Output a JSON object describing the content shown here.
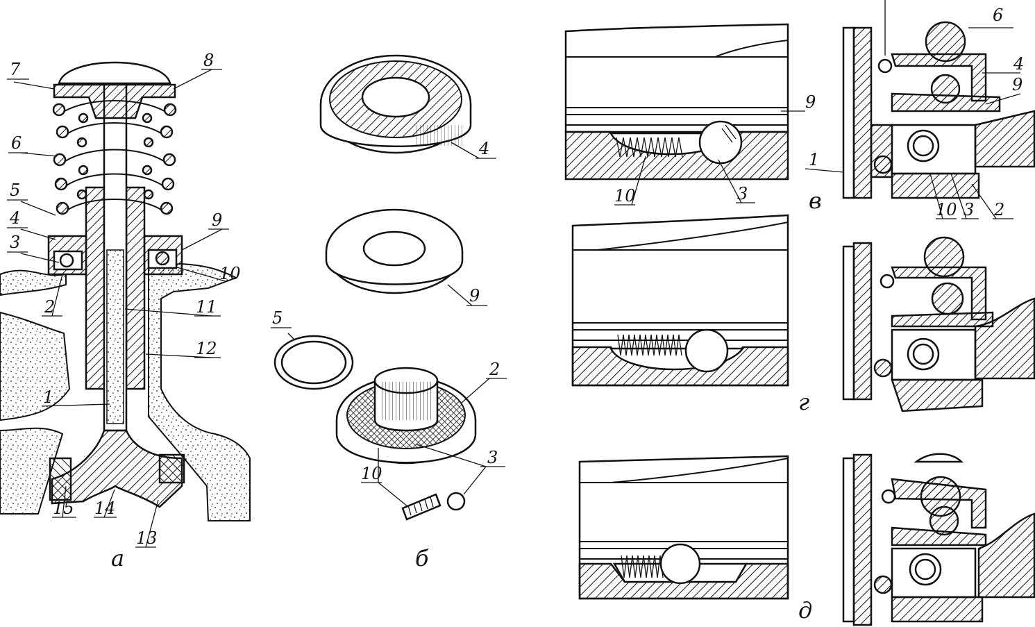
{
  "panels": {
    "a": {
      "caption": "а",
      "labels": [
        "7",
        "8",
        "6",
        "5",
        "4",
        "3",
        "2",
        "9",
        "10",
        "11",
        "12",
        "1",
        "15",
        "14",
        "13"
      ]
    },
    "b": {
      "caption": "б",
      "labels": [
        "4",
        "9",
        "5",
        "2",
        "3",
        "10"
      ]
    },
    "v": {
      "caption": "в",
      "labels": [
        "9",
        "10",
        "3"
      ]
    },
    "v_detail": {
      "labels": [
        "6",
        "4",
        "9",
        "1",
        "10",
        "3",
        "2"
      ]
    },
    "g": {
      "caption": "г"
    },
    "d": {
      "caption": "д"
    }
  }
}
